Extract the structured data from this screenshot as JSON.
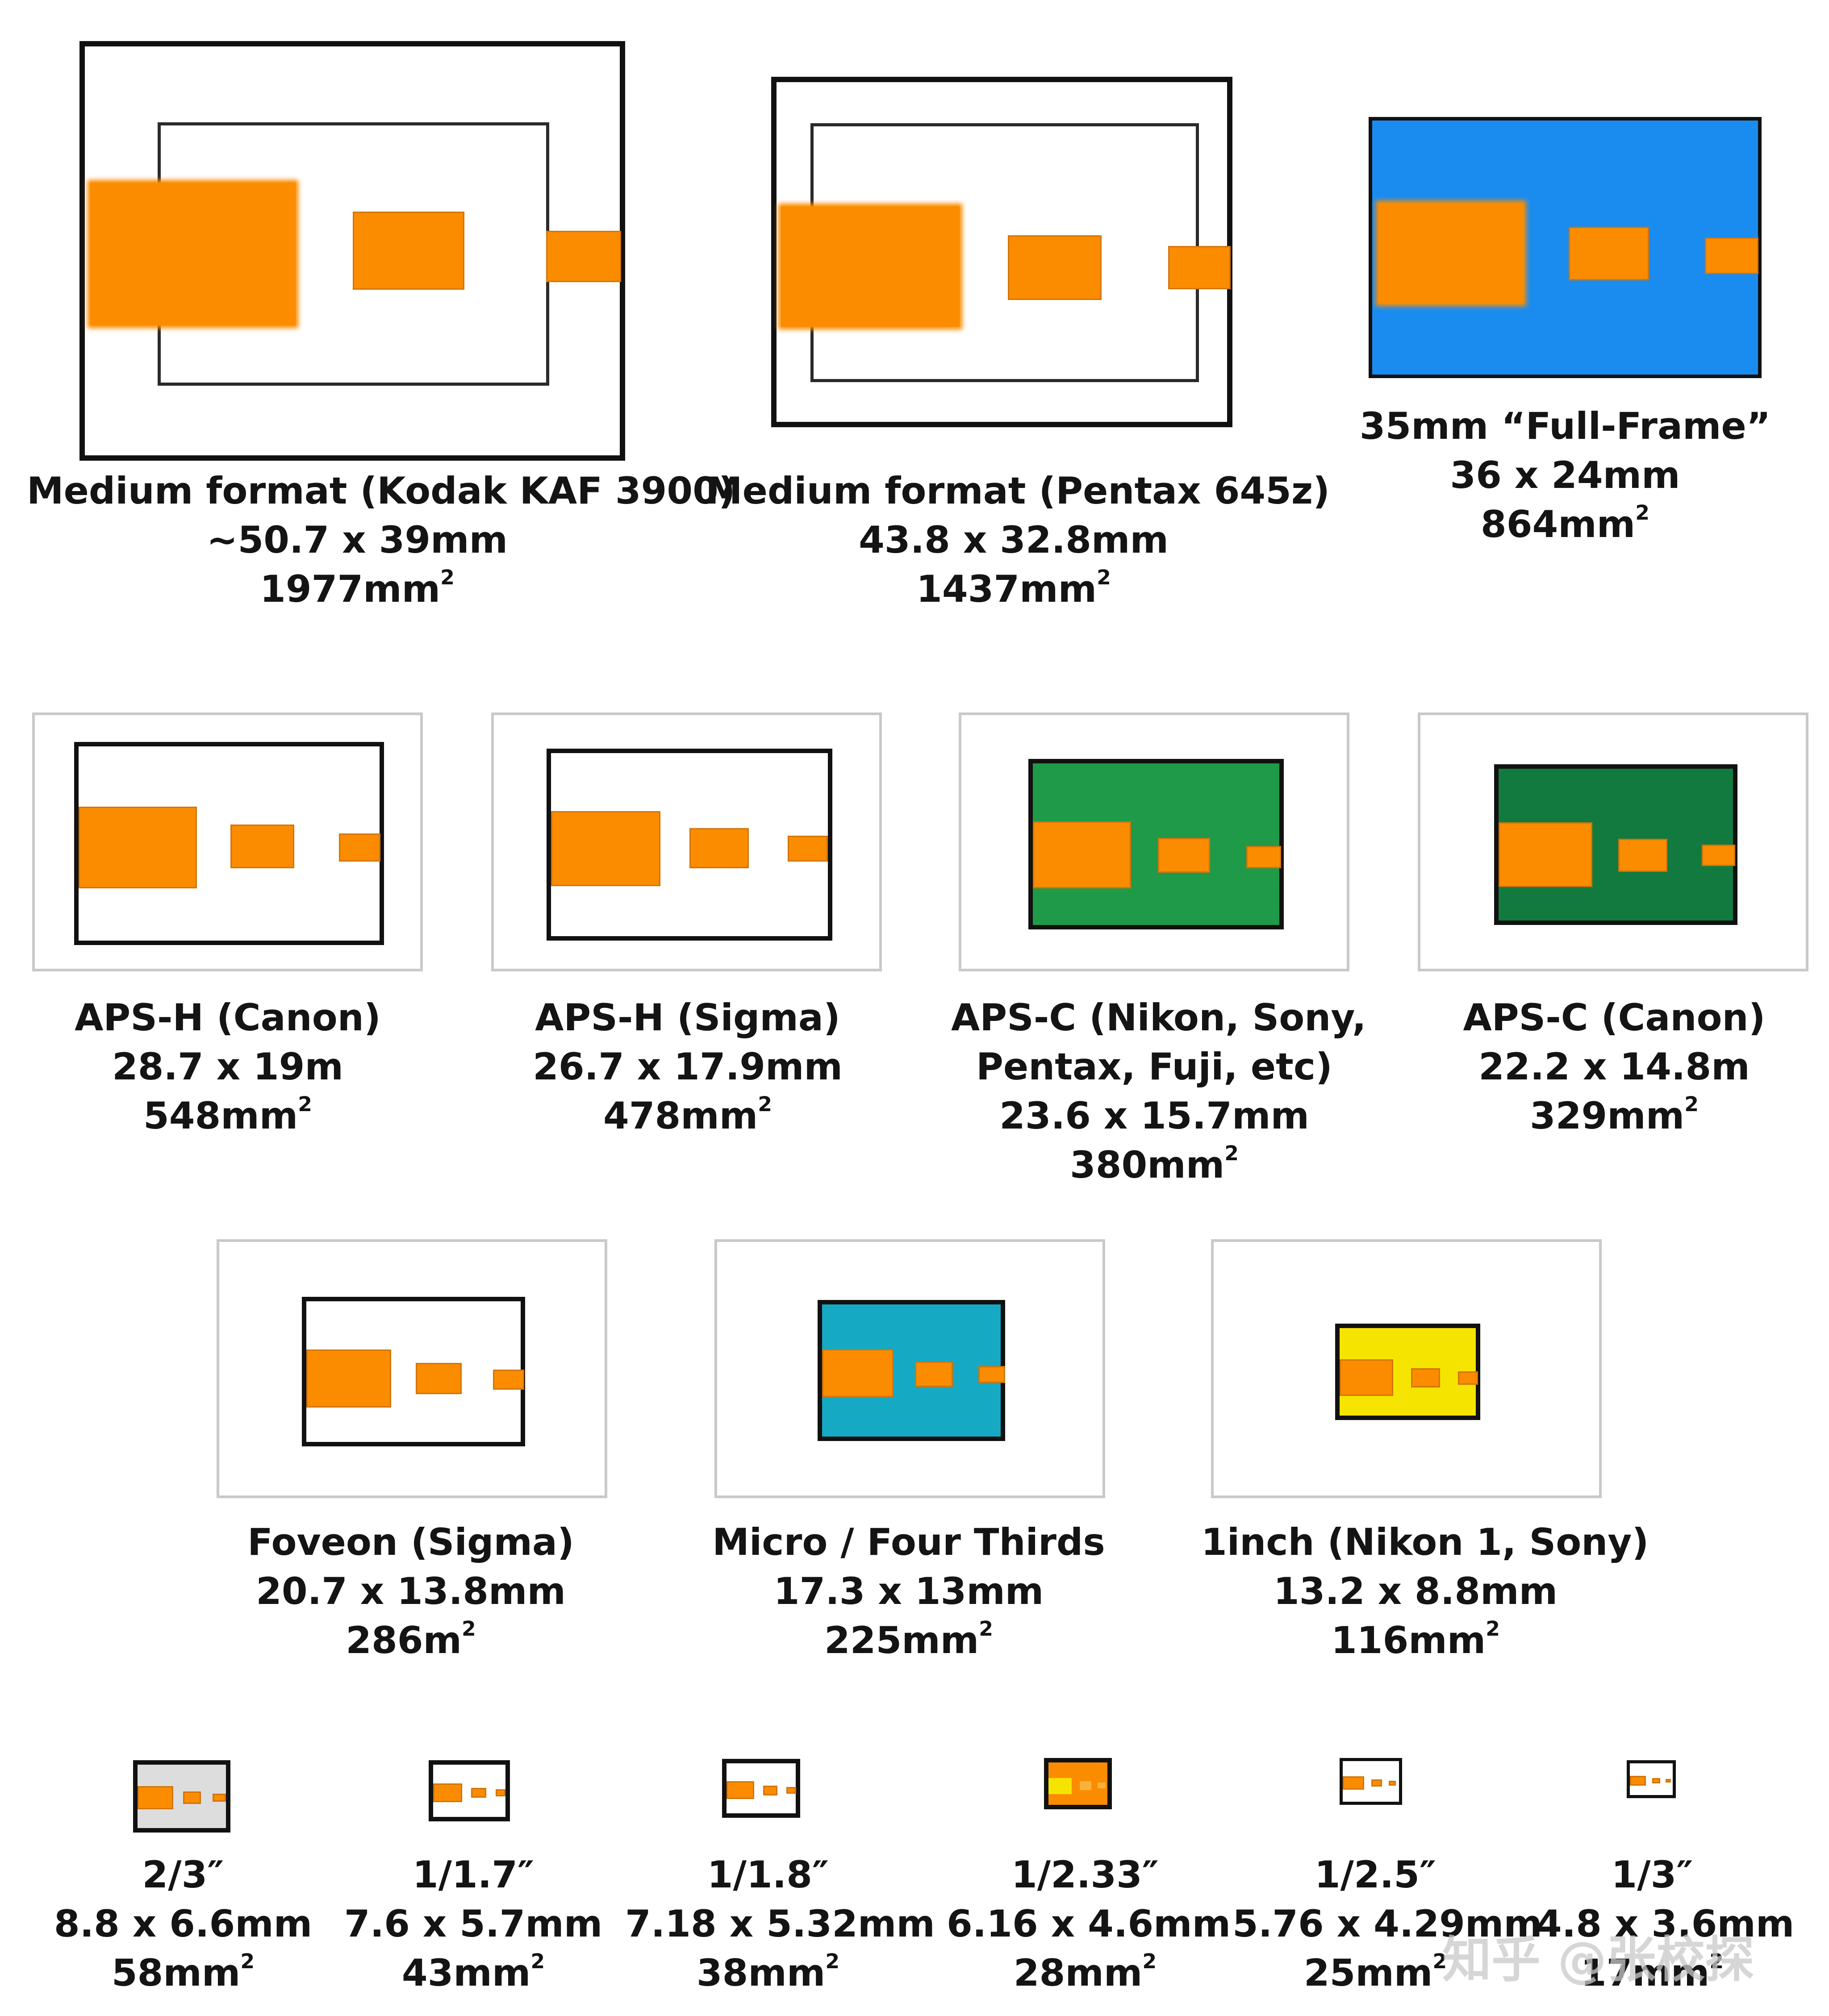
{
  "sensors": [
    {
      "name": "Medium format (Kodak KAF 3900)",
      "dimensions": "~50.7 x 39mm",
      "area": "1977mm",
      "area_sup": "2"
    },
    {
      "name": "Medium format (Pentax 645z)",
      "dimensions": "43.8 x 32.8mm",
      "area": "1437mm",
      "area_sup": "2"
    },
    {
      "name": "35mm “Full-Frame”",
      "dimensions": "36 x 24mm",
      "area": "864mm",
      "area_sup": "2",
      "color": "#1a8cf0"
    },
    {
      "name": "APS-H (Canon)",
      "dimensions": "28.7 x 19m",
      "area": "548mm",
      "area_sup": "2"
    },
    {
      "name": "APS-H (Sigma)",
      "dimensions": "26.7 x 17.9mm",
      "area": "478mm",
      "area_sup": "2"
    },
    {
      "name": "APS-C (Nikon, Sony,",
      "name_line2": "Pentax, Fuji, etc)",
      "dimensions": "23.6 x 15.7mm",
      "area": "380mm",
      "area_sup": "2",
      "color": "#1e9a48"
    },
    {
      "name": "APS-C (Canon)",
      "dimensions": "22.2 x 14.8m",
      "area": "329mm",
      "area_sup": "2",
      "color": "#137a3f"
    },
    {
      "name": "Foveon (Sigma)",
      "dimensions": "20.7 x 13.8mm",
      "area": "286m",
      "area_sup": "2"
    },
    {
      "name": "Micro / Four Thirds",
      "dimensions": "17.3 x 13mm",
      "area": "225mm",
      "area_sup": "2",
      "color": "#16a9c4"
    },
    {
      "name": "1inch (Nikon 1, Sony)",
      "dimensions": "13.2 x 8.8mm",
      "area": "116mm",
      "area_sup": "2",
      "color": "#f5e400"
    },
    {
      "name": "2/3″",
      "dimensions": "8.8 x 6.6mm",
      "area": "58mm",
      "area_sup": "2",
      "color": "#dddddd"
    },
    {
      "name": "1/1.7″",
      "dimensions": "7.6 x 5.7mm",
      "area": "43mm",
      "area_sup": "2"
    },
    {
      "name": "1/1.8″",
      "dimensions": "7.18 x 5.32mm",
      "area": "38mm",
      "area_sup": "2"
    },
    {
      "name": "1/2.33″",
      "dimensions": "6.16 x 4.6mm",
      "area": "28mm",
      "area_sup": "2",
      "color": "#fb8c00"
    },
    {
      "name": "1/2.5″",
      "dimensions": "5.76 x 4.29mm",
      "area": "25mm",
      "area_sup": "2"
    },
    {
      "name": "1/3″",
      "dimensions": "4.8 x 3.6mm",
      "area": "17mm",
      "area_sup": "2"
    }
  ],
  "watermark": "知乎 @张校探",
  "colors": {
    "orange": "#fb8c00",
    "full_frame_blue": "#1a8cf0",
    "apsc_green": "#1e9a48",
    "apsc_canon_green": "#137a3f",
    "m43_teal": "#16a9c4",
    "one_inch_yellow": "#f5e400"
  }
}
